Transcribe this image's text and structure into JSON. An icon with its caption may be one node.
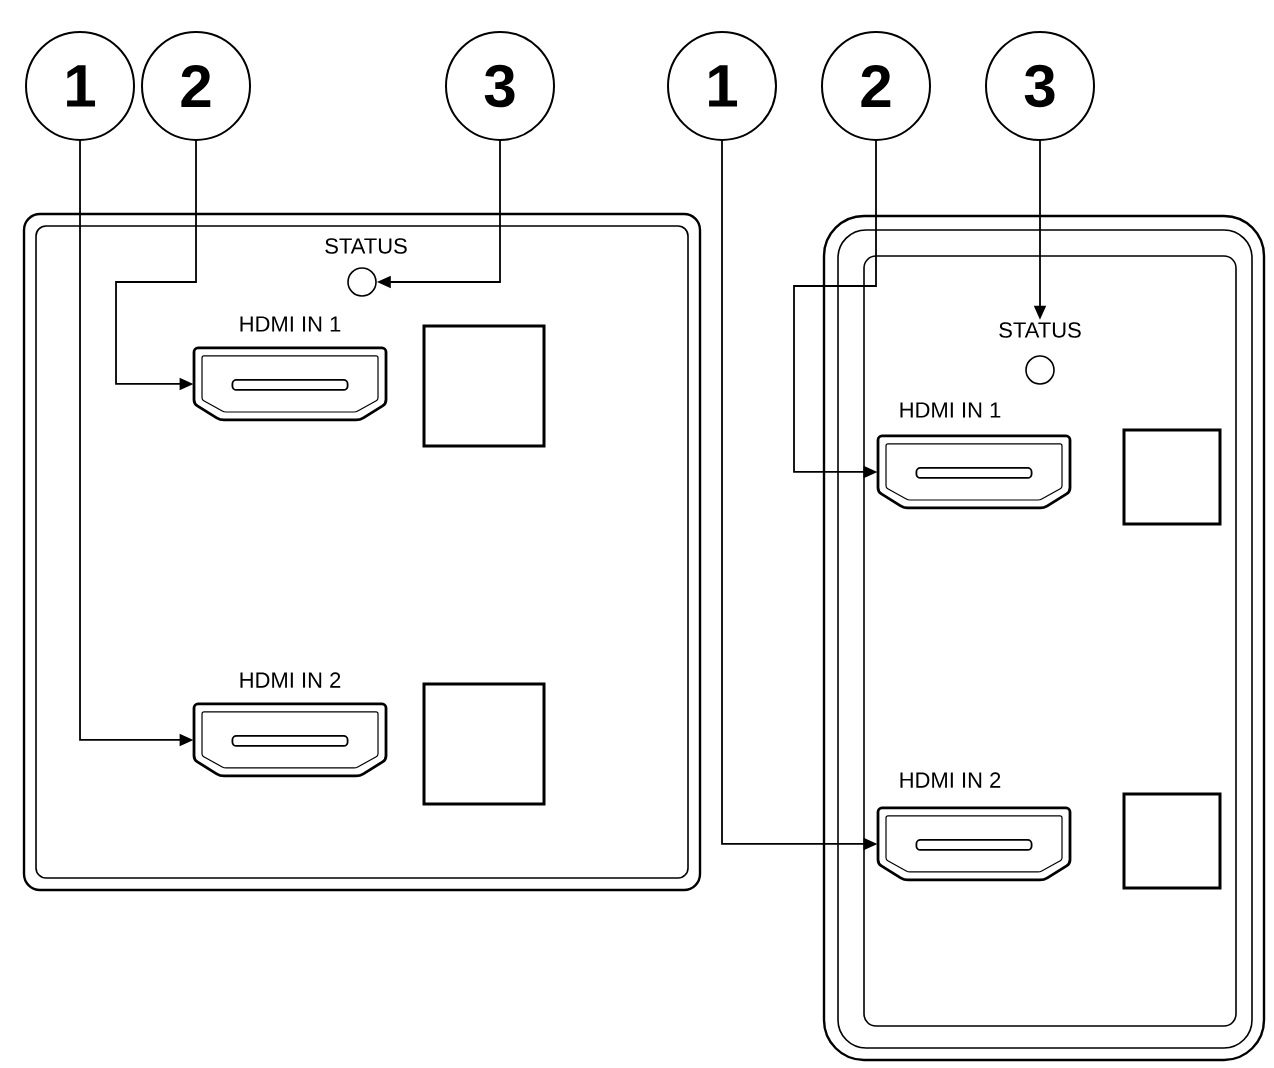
{
  "diagram": {
    "nodes": [
      {
        "text": [
          "1"
        ]
      },
      {
        "text": [
          "2"
        ]
      },
      {
        "text": [
          "3"
        ]
      },
      {
        "text": [
          "1"
        ]
      },
      {
        "text": [
          "2"
        ]
      },
      {
        "text": [
          "3"
        ]
      },
      {
        "text": [],
        "shape": "circle"
      },
      {
        "text": [],
        "shape": "port"
      },
      {
        "text": [],
        "shape": "port"
      },
      {
        "text": [
          "STATUS"
        ]
      },
      {
        "text": [],
        "shape": "circle"
      },
      {
        "text": [],
        "shape": "port"
      },
      {
        "text": [],
        "shape": "port"
      }
    ],
    "edges": [
      {
        "from": 0,
        "to": 8,
        "arrow": "to"
      },
      {
        "from": 1,
        "to": 7,
        "arrow": "to"
      },
      {
        "from": 2,
        "to": 6,
        "arrow": "to"
      },
      {
        "from": 3,
        "to": 12,
        "arrow": "to"
      },
      {
        "from": 4,
        "to": 11,
        "arrow": "to"
      },
      {
        "from": 5,
        "to": 9,
        "arrow": "to"
      }
    ],
    "labels": [
      "STATUS",
      "HDMI IN 1",
      "HDMI IN 2",
      "HDMI IN 1",
      "HDMI IN 2"
    ]
  }
}
